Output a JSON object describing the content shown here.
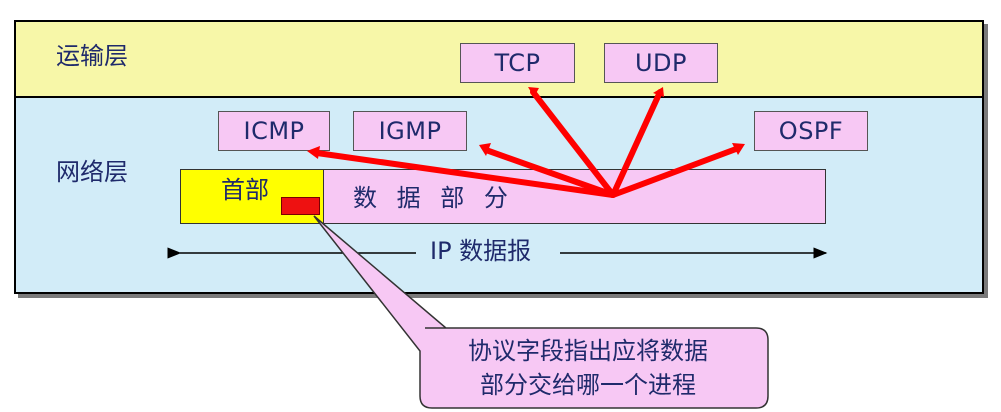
{
  "layers": {
    "transport_label": "运输层",
    "network_label": "网络层"
  },
  "protocols": {
    "tcp": "TCP",
    "udp": "UDP",
    "icmp": "ICMP",
    "igmp": "IGMP",
    "ospf": "OSPF"
  },
  "datagram": {
    "header_label": "首部",
    "payload_label": "数 据 部 分",
    "ip_label": "IP 数据报"
  },
  "callout": {
    "line1": "协议字段指出应将数据",
    "line2": "部分交给哪一个进程"
  },
  "colors": {
    "transport_band": "#f7f7a8",
    "network_band": "#d2ecf8",
    "protocol_box": "#f7c8f4",
    "header_field": "#ffff00",
    "protocol_field": "#ee1111",
    "arrow": "#ff0000",
    "text": "#1f2a6b"
  }
}
